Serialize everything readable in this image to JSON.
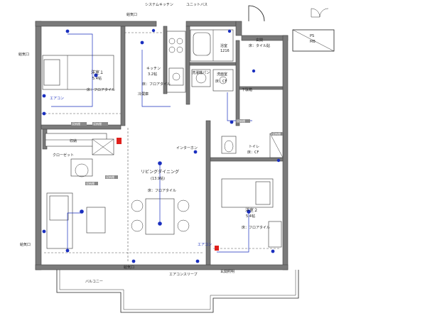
{
  "rooms": {
    "western1": {
      "name": "洋室１",
      "size": "5.4帖",
      "floor": "床：フロアタイル"
    },
    "western2": {
      "name": "洋室２",
      "size": "5.4帖",
      "floor": "床：フロアタイル"
    },
    "ldk": {
      "name": "リビングダイニング",
      "size": "(13.9帖)",
      "floor": "床：フロアタイル"
    },
    "kitchen": {
      "name": "キッチン",
      "size": "3.2帖",
      "floor": "床：フロアタイル"
    },
    "bath": {
      "name": "浴室",
      "size": "1216"
    },
    "washroom": {
      "name": "洗面室",
      "floor": "床：CF"
    },
    "toilet": {
      "name": "トイレ",
      "floor": "床：CF"
    },
    "entrance": {
      "name": "玄関",
      "floor": "床：タイル貼"
    },
    "storage": {
      "name": "収納"
    },
    "ps": {
      "name": "PS",
      "code": "MB"
    },
    "balcony": {
      "name": "バルコニー"
    }
  },
  "labels": {
    "exhaust_top": "給気口",
    "exhaust_left1": "給気口",
    "exhaust_left2": "給気口",
    "exhaust_bottom": "給気口",
    "system_kitchen": "システムキッチン",
    "unit_bath": "ユニットバス",
    "fridge": "冷蔵庫",
    "washer": "洗濯機パン",
    "shoe_box": "下駄箱",
    "closet": "クローゼット",
    "aircon1": "エアコン",
    "aircon2": "エアコン",
    "aircon_sleeve": "エアコンスリーブ",
    "porch_light": "玄関照明",
    "intercom": "インターホン",
    "tag1": "収納棚",
    "tag2": "収納棚",
    "tag3": "収納棚",
    "tag4": "収納棚",
    "tag5": "収納棚",
    "tag6": "収納棚"
  },
  "colors": {
    "wall": "#7a7a7a",
    "electric": "#1a2fbf",
    "highlight": "#e0201c"
  }
}
